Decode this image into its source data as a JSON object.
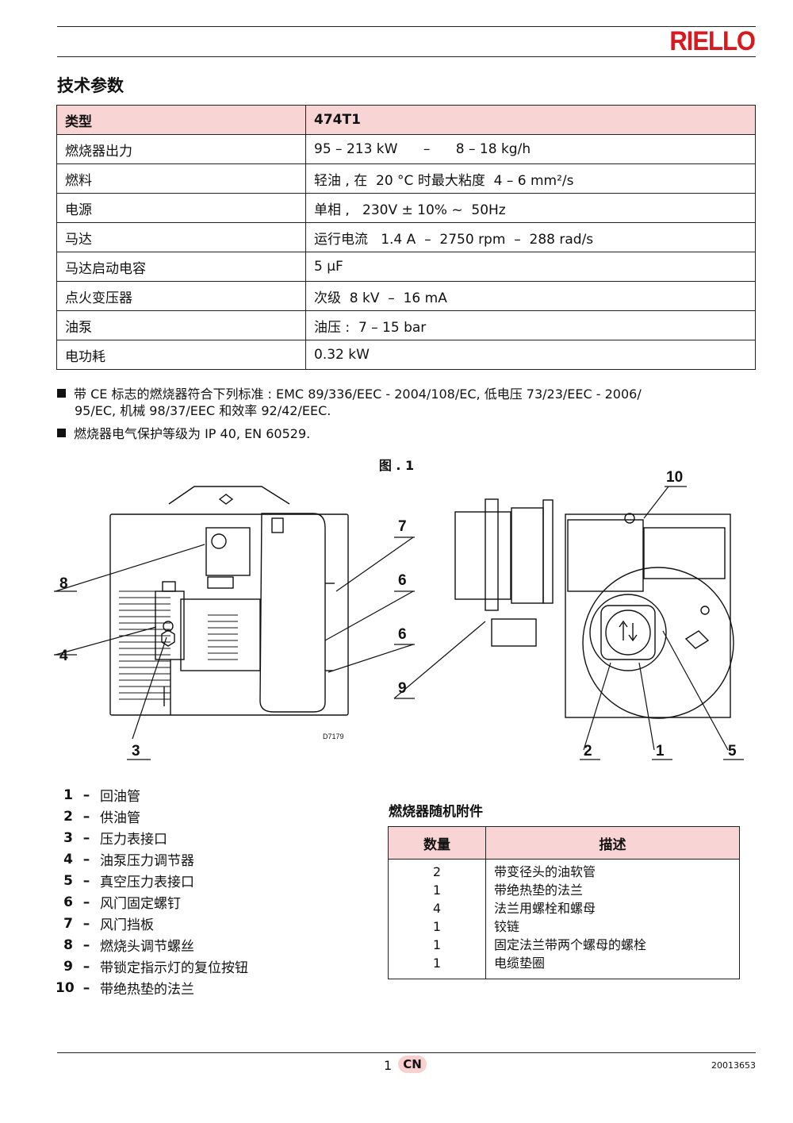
{
  "brand": "RIELLO",
  "heading": "技术参数",
  "specs": [
    {
      "label": "类型",
      "value": "474T1"
    },
    {
      "label": "燃烧器出力",
      "value": "95 – 213 kW      –      8 – 18 kg/h"
    },
    {
      "label": "燃料",
      "value": "轻油 , 在  20 °C 时最大粘度  4 – 6 mm²/s"
    },
    {
      "label": "电源",
      "value": "单相 ,   230V ± 10% ~  50Hz"
    },
    {
      "label": "马达",
      "value": "运行电流   1.4 A  –  2750 rpm  –  288 rad/s"
    },
    {
      "label": "马达启动电容",
      "value": "5 µF"
    },
    {
      "label": "点火变压器",
      "value": "次级  8 kV  –  16 mA"
    },
    {
      "label": "油泵",
      "value": "油压 :  7 – 15 bar"
    },
    {
      "label": "电功耗",
      "value": "0.32 kW"
    }
  ],
  "notes": {
    "ce_line1": "带 CE 标志的燃烧器符合下列标准 :  EMC 89/336/EEC - 2004/108/EC, 低电压 73/23/EEC - 2006/",
    "ce_line2": "95/EC, 机械 98/37/EEC 和效率 92/42/EEC.",
    "ip": "燃烧器电气保护等级为  IP 40, EN 60529."
  },
  "figure": {
    "label": "图 . 1",
    "code": "D7179",
    "callouts": [
      "8",
      "4",
      "3",
      "7",
      "6",
      "6",
      "10",
      "9",
      "2",
      "1",
      "5"
    ]
  },
  "legend": [
    {
      "n": "1",
      "text": "回油管"
    },
    {
      "n": "2",
      "text": "供油管"
    },
    {
      "n": "3",
      "text": "压力表接口"
    },
    {
      "n": "4",
      "text": "油泵压力调节器"
    },
    {
      "n": "5",
      "text": "真空压力表接口"
    },
    {
      "n": "6",
      "text": "风门固定螺钉"
    },
    {
      "n": "7",
      "text": "风门挡板"
    },
    {
      "n": "8",
      "text": "燃烧头调节螺丝"
    },
    {
      "n": "9",
      "text": "带锁定指示灯的复位按钮"
    },
    {
      "n": "10",
      "text": "带绝热垫的法兰"
    }
  ],
  "accessories": {
    "title": "燃烧器随机附件",
    "col_qty": "数量",
    "col_desc": "描述",
    "items": [
      {
        "qty": "2",
        "desc": "带变径头的油软管"
      },
      {
        "qty": "1",
        "desc": "带绝热垫的法兰"
      },
      {
        "qty": "4",
        "desc": "法兰用螺栓和螺母"
      },
      {
        "qty": "1",
        "desc": "铰链"
      },
      {
        "qty": "1",
        "desc": "固定法兰带两个螺母的螺栓"
      },
      {
        "qty": "1",
        "desc": "电缆垫圈"
      }
    ]
  },
  "footer": {
    "page": "1",
    "lang": "CN",
    "doc_number": "20013653"
  }
}
